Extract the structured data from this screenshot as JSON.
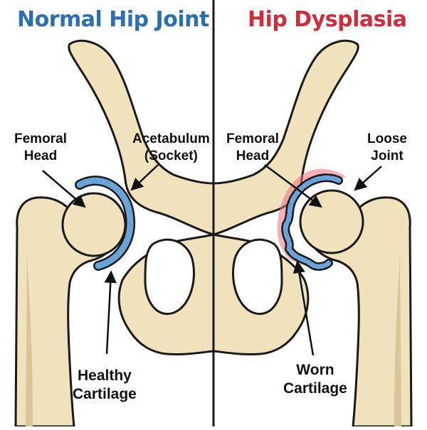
{
  "titles": {
    "left": "Normal Hip Joint",
    "right": "Hip Dysplasia"
  },
  "labels": {
    "left_femoral_head": [
      "Femoral",
      "Head"
    ],
    "acetabulum": [
      "Acetabulum",
      "(Socket)"
    ],
    "healthy_cartilage": [
      "Healthy",
      "Cartilage"
    ],
    "right_femoral_head": [
      "Femoral",
      "Head"
    ],
    "loose_joint": [
      "Loose",
      "Joint"
    ],
    "worn_cartilage": [
      "Worn",
      "Cartilage"
    ]
  },
  "colors": {
    "normal_title": "#2a6fb0",
    "dysplasia_title": "#cf2d3c",
    "bone_fill": "#efe2bc",
    "bone_shade": "#d7c69a",
    "outline": "#1a1a1a",
    "cartilage": "#6aa3d8",
    "inflammation": "#ee6e7c"
  }
}
